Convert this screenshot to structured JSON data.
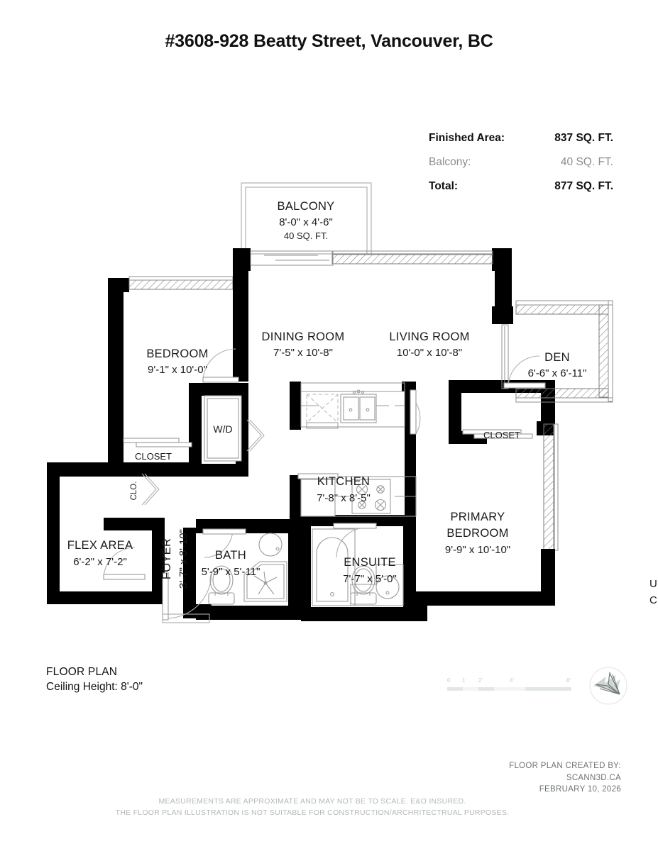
{
  "title": "#3608-928 Beatty Street, Vancouver, BC",
  "area_summary": {
    "finished_label": "Finished Area:",
    "finished_value": "837 SQ. FT.",
    "balcony_label": "Balcony:",
    "balcony_value": "40 SQ. FT.",
    "total_label": "Total:",
    "total_value": "877 SQ. FT."
  },
  "rooms": [
    {
      "name": "BALCONY",
      "dim": "8'-0\" x 4'-6\"",
      "area": "40 SQ. FT."
    },
    {
      "name": "BEDROOM",
      "dim": "9'-1\" x 10'-0\""
    },
    {
      "name": "DINING ROOM",
      "dim": "7'-5\" x 10'-8\""
    },
    {
      "name": "LIVING ROOM",
      "dim": "10'-0\" x 10'-8\""
    },
    {
      "name": "DEN",
      "dim": "6'-6\" x 6'-11\""
    },
    {
      "name": "KITCHEN",
      "dim": "7'-8\" x 8'-5\""
    },
    {
      "name": "PRIMARY BEDROOM",
      "name_line1": "PRIMARY",
      "name_line2": "BEDROOM",
      "dim": "9'-9\" x 10'-10\""
    },
    {
      "name": "FLEX AREA",
      "dim": "6'-2\" x 7'-2\""
    },
    {
      "name": "FOYER",
      "dim": "3'-7\" x 8'-10\""
    },
    {
      "name": "BATH",
      "dim": "5'-9\" x 5'-11\""
    },
    {
      "name": "ENSUITE",
      "dim": "7'-7\" x 5'-0\""
    }
  ],
  "labels": {
    "closet_bedroom": "CLOSET",
    "closet_primary": "CLOSET",
    "clo_foyer": "CLO.",
    "washer_dryer": "W/D"
  },
  "plan_note": {
    "line1": "FLOOR PLAN",
    "line2": "Ceiling Height: 8'-0\""
  },
  "scale_bar": {
    "ticks": [
      "0",
      "1'",
      "2'",
      "4'",
      "8'"
    ]
  },
  "credits": {
    "line1": "FLOOR PLAN CREATED BY:",
    "line2": "SCANN3D.CA",
    "line3": "FEBRUARY 10, 2026"
  },
  "disclaimer": {
    "line1": "MEASUREMENTS ARE APPROXIMATE AND MAY NOT BE TO SCALE. E&O INSURED.",
    "line2": "THE FLOOR PLAN ILLUSTRATION IS NOT SUITABLE FOR CONSTRUCTION/ARCHRITECTRUAL PURPOSES."
  },
  "edge_clipped_text": {
    "line1": "U",
    "line2": "C"
  },
  "colors": {
    "wall": "#000000",
    "text": "#1a1a1a",
    "muted": "#8d8d8d",
    "faint": "#b3b8b8",
    "thin_line": "#9a9a9a"
  }
}
